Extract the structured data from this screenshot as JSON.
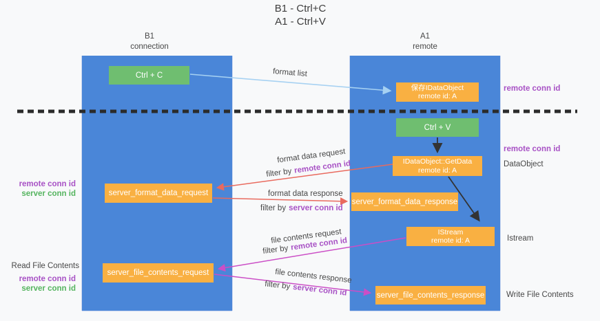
{
  "title": {
    "line1": "B1 - Ctrl+C",
    "line2": "A1 - Ctrl+V"
  },
  "actors": {
    "left": {
      "name": "B1",
      "subtitle": "connection"
    },
    "right": {
      "name": "A1",
      "subtitle": "remote"
    }
  },
  "boxes": {
    "ctrl_c": "Ctrl + C",
    "save_idataobject": {
      "line1": "保存IDataObject",
      "line2": "remote id: A"
    },
    "ctrl_v": "Ctrl + V",
    "getdata": {
      "line1": "IDataObject::GetData",
      "line2": "remote id: A"
    },
    "format_request": "server_format_data_request",
    "format_response": "server_format_data_response",
    "istream": {
      "line1": "IStream",
      "line2": "remote id: A"
    },
    "file_request": "server_file_contents_request",
    "file_response": "server_file_contents_response"
  },
  "arrow_labels": {
    "format_list": "format list",
    "format_data_request": "format data request",
    "format_data_response": "format data response",
    "file_contents_request": "file contents request",
    "file_contents_response": "file contents response",
    "filter_by": "filter by",
    "remote_conn_id": "remote conn id",
    "server_conn_id": "server conn id"
  },
  "side_labels": {
    "left_format_remote": "remote conn id",
    "left_format_server": "server conn id",
    "left_read_title": "Read File Contents",
    "left_file_remote": "remote conn id",
    "left_file_server": "server conn id",
    "right_top_remote": "remote conn id",
    "right_mid_remote": "remote conn id",
    "right_dataobject": "DataObject",
    "right_istream": "Istream",
    "right_write_title": "Write File Contents"
  },
  "colors": {
    "lifeline_blue": "#4a86d8",
    "node_green": "#6fbe70",
    "node_orange": "#f9b042",
    "arrow_lightblue": "#a6d1f2",
    "arrow_red": "#e96a5e",
    "arrow_magenta": "#cb4ec6",
    "arrow_black": "#333333",
    "text_purple": "#a852c5",
    "text_green": "#55b45f",
    "background": "#f8f9fa"
  }
}
